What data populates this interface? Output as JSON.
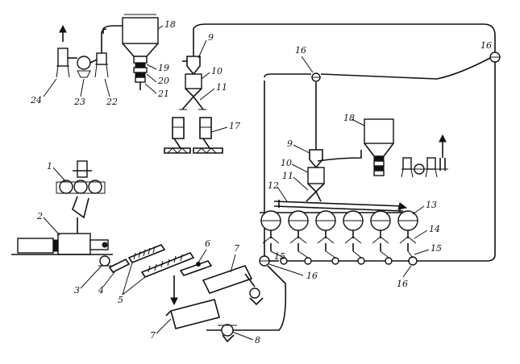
{
  "diagram": {
    "labels": {
      "l1": "1",
      "l2": "2",
      "l3": "3",
      "l4": "4",
      "l5": "5",
      "l6": "6",
      "l7a": "7",
      "l7b": "7",
      "l8": "8",
      "l9a": "9",
      "l9b": "9",
      "l10a": "10",
      "l10b": "10",
      "l11a": "11",
      "l11b": "11",
      "l12": "12",
      "l13": "13",
      "l14": "14",
      "l15a": "15",
      "l15b": "15",
      "l16a": "16",
      "l16b": "16",
      "l16c": "16",
      "l16d": "16",
      "l17": "17",
      "l18a": "18",
      "l18b": "18",
      "l19": "19",
      "l20": "20",
      "l21": "21",
      "l22": "22",
      "l23": "23",
      "l24": "24"
    }
  }
}
